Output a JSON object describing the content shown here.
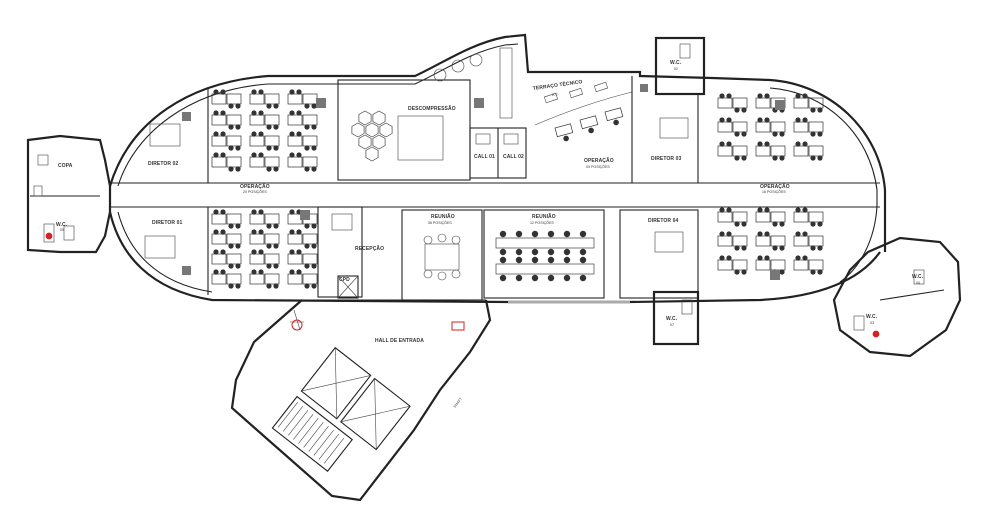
{
  "rooms": {
    "copa": "COPA",
    "wc_05": [
      "W.C.",
      "05"
    ],
    "wc_02": [
      "W.C.",
      "02"
    ],
    "wc_07": [
      "W.C.",
      "07"
    ],
    "wc_03": [
      "W.C.",
      "03"
    ],
    "wc_04": [
      "W.C.",
      "04"
    ],
    "diretor_02": "DIRETOR 02",
    "diretor_01": "DIRETOR 01",
    "diretor_03": "DIRETOR 03",
    "diretor_04": "DIRETOR 04",
    "operacao_left": [
      "OPERAÇÃO",
      "20 POSIÇÕES"
    ],
    "operacao_center": [
      "OPERAÇÃO",
      "03 POSIÇÕES"
    ],
    "operacao_right": [
      "OPERAÇÃO",
      "16 POSIÇÕES"
    ],
    "descompressao": "DESCOMPRESSÃO",
    "terraco": [
      "TERRAÇO TÉCNICO",
      "A.C."
    ],
    "call_01": "CALL 01",
    "call_02": "CALL 02",
    "reuniao_small": [
      "REUNIÃO",
      "06 POSIÇÕES"
    ],
    "reuniao_large": [
      "REUNIÃO",
      "12 POSIÇÕES"
    ],
    "recepcao": "RECEPÇÃO",
    "cpd": "CPD",
    "hall": "HALL DE ENTRADA",
    "shaft": "SHAFT"
  },
  "colors": {
    "walls": "#222222",
    "furniture": "#333333",
    "fire_equipment": "#d22222",
    "glass": "#aaaaaa"
  }
}
